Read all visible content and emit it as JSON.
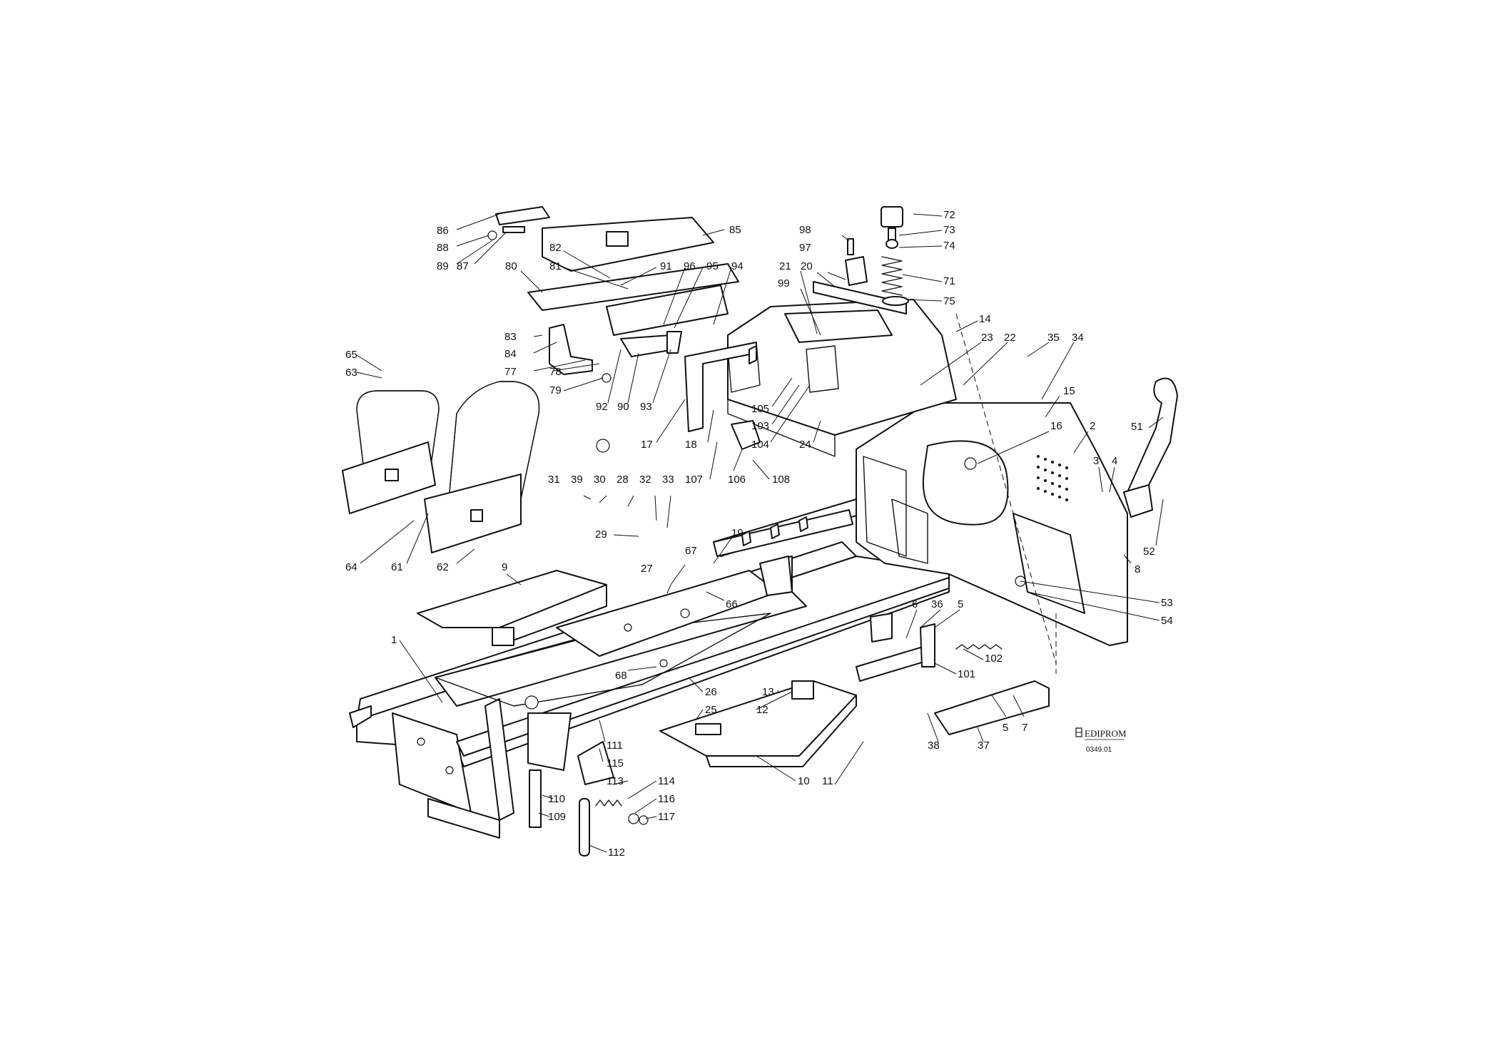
{
  "brand": {
    "name": "EDIPROM",
    "drawing_code": "0349.01"
  },
  "labels": [
    {
      "id": "72",
      "text": "72"
    },
    {
      "id": "73",
      "text": "73"
    },
    {
      "id": "74",
      "text": "74"
    },
    {
      "id": "71",
      "text": "71"
    },
    {
      "id": "75",
      "text": "75"
    },
    {
      "id": "98",
      "text": "98"
    },
    {
      "id": "97",
      "text": "97"
    },
    {
      "id": "21",
      "text": "21"
    },
    {
      "id": "20",
      "text": "20"
    },
    {
      "id": "99",
      "text": "99"
    },
    {
      "id": "14",
      "text": "14"
    },
    {
      "id": "23",
      "text": "23"
    },
    {
      "id": "22",
      "text": "22"
    },
    {
      "id": "35",
      "text": "35"
    },
    {
      "id": "34",
      "text": "34"
    },
    {
      "id": "15",
      "text": "15"
    },
    {
      "id": "16",
      "text": "16"
    },
    {
      "id": "2",
      "text": "2"
    },
    {
      "id": "3",
      "text": "3"
    },
    {
      "id": "4",
      "text": "4"
    },
    {
      "id": "51",
      "text": "51"
    },
    {
      "id": "52",
      "text": "52"
    },
    {
      "id": "8",
      "text": "8"
    },
    {
      "id": "53",
      "text": "53"
    },
    {
      "id": "54",
      "text": "54"
    },
    {
      "id": "86",
      "text": "86"
    },
    {
      "id": "88",
      "text": "88"
    },
    {
      "id": "89",
      "text": "89"
    },
    {
      "id": "87",
      "text": "87"
    },
    {
      "id": "85",
      "text": "85"
    },
    {
      "id": "82",
      "text": "82"
    },
    {
      "id": "80",
      "text": "80"
    },
    {
      "id": "81",
      "text": "81"
    },
    {
      "id": "91",
      "text": "91"
    },
    {
      "id": "96",
      "text": "96"
    },
    {
      "id": "95",
      "text": "95"
    },
    {
      "id": "94",
      "text": "94"
    },
    {
      "id": "83",
      "text": "83"
    },
    {
      "id": "84",
      "text": "84"
    },
    {
      "id": "77",
      "text": "77"
    },
    {
      "id": "78",
      "text": "78"
    },
    {
      "id": "79",
      "text": "79"
    },
    {
      "id": "92",
      "text": "92"
    },
    {
      "id": "90",
      "text": "90"
    },
    {
      "id": "93",
      "text": "93"
    },
    {
      "id": "65",
      "text": "65"
    },
    {
      "id": "63",
      "text": "63"
    },
    {
      "id": "17",
      "text": "17"
    },
    {
      "id": "18",
      "text": "18"
    },
    {
      "id": "105",
      "text": "105"
    },
    {
      "id": "103",
      "text": "103"
    },
    {
      "id": "104",
      "text": "104"
    },
    {
      "id": "24",
      "text": "24"
    },
    {
      "id": "107",
      "text": "107"
    },
    {
      "id": "106",
      "text": "106"
    },
    {
      "id": "108",
      "text": "108"
    },
    {
      "id": "31",
      "text": "31"
    },
    {
      "id": "39",
      "text": "39"
    },
    {
      "id": "30",
      "text": "30"
    },
    {
      "id": "28",
      "text": "28"
    },
    {
      "id": "32",
      "text": "32"
    },
    {
      "id": "33",
      "text": "33"
    },
    {
      "id": "29",
      "text": "29"
    },
    {
      "id": "19",
      "text": "19"
    },
    {
      "id": "64",
      "text": "64"
    },
    {
      "id": "61",
      "text": "61"
    },
    {
      "id": "62",
      "text": "62"
    },
    {
      "id": "9",
      "text": "9"
    },
    {
      "id": "27",
      "text": "27"
    },
    {
      "id": "67",
      "text": "67"
    },
    {
      "id": "66",
      "text": "66"
    },
    {
      "id": "1",
      "text": "1"
    },
    {
      "id": "6",
      "text": "6"
    },
    {
      "id": "36",
      "text": "36"
    },
    {
      "id": "5a",
      "text": "5"
    },
    {
      "id": "102",
      "text": "102"
    },
    {
      "id": "101",
      "text": "101"
    },
    {
      "id": "68",
      "text": "68"
    },
    {
      "id": "26",
      "text": "26"
    },
    {
      "id": "13",
      "text": "13"
    },
    {
      "id": "12",
      "text": "12"
    },
    {
      "id": "25",
      "text": "25"
    },
    {
      "id": "5b",
      "text": "5"
    },
    {
      "id": "7",
      "text": "7"
    },
    {
      "id": "38",
      "text": "38"
    },
    {
      "id": "37",
      "text": "37"
    },
    {
      "id": "111",
      "text": "111"
    },
    {
      "id": "115",
      "text": "115"
    },
    {
      "id": "113",
      "text": "113"
    },
    {
      "id": "114",
      "text": "114"
    },
    {
      "id": "110",
      "text": "110"
    },
    {
      "id": "116",
      "text": "116"
    },
    {
      "id": "109",
      "text": "109"
    },
    {
      "id": "117",
      "text": "117"
    },
    {
      "id": "112",
      "text": "112"
    },
    {
      "id": "10",
      "text": "10"
    },
    {
      "id": "11",
      "text": "11"
    }
  ]
}
